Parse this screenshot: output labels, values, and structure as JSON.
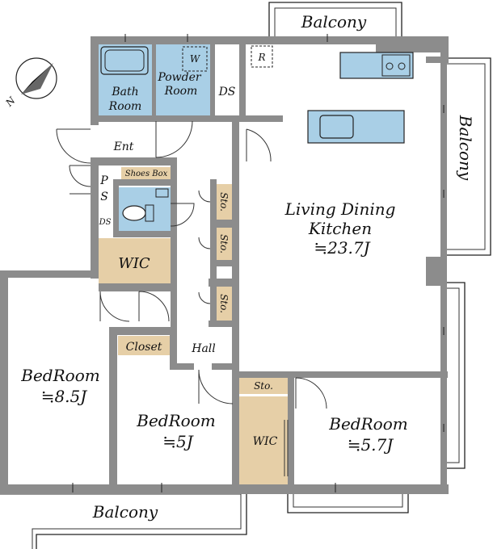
{
  "colors": {
    "wall": "#8c8c8c",
    "wet_area": "#a9cfe6",
    "storage": "#e6cfa7",
    "line": "#222222",
    "background": "#ffffff"
  },
  "icons": [
    "compass-north-arrow-icon",
    "bathtub-icon",
    "toilet-icon",
    "kitchen-sink-icon",
    "stove-icon",
    "washing-machine-icon",
    "refrigerator-icon"
  ],
  "compass": {
    "label": "N"
  },
  "balconies": {
    "top": "Balcony",
    "right": "Balcony",
    "bottom": "Balcony"
  },
  "rooms": {
    "bathroom": {
      "line1": "Bath",
      "line2": "Room"
    },
    "powder_room": {
      "line1": "Powder",
      "line2": "Room",
      "washer": "W"
    },
    "ds_top": "DS",
    "refrigerator": "R",
    "entrance": "Ent",
    "ps": {
      "line1": "P",
      "line2": "S"
    },
    "ds_small": "DS",
    "shoes_box": "Shoes Box",
    "wic_1": "WIC",
    "sto_1": "Sto.",
    "sto_2": "Sto.",
    "sto_3": "Sto.",
    "ldk": {
      "line1": "Living Dining",
      "line2": "Kitchen",
      "size": "≒23.7J"
    },
    "closet": "Closet",
    "hall": "Hall",
    "sto_4": "Sto.",
    "bedroom_1": {
      "name": "BedRoom",
      "size": "≒8.5J"
    },
    "bedroom_2": {
      "name": "BedRoom",
      "size": "≒5J"
    },
    "wic_2": "WIC",
    "bedroom_3": {
      "name": "BedRoom",
      "size": "≒5.7J"
    }
  }
}
